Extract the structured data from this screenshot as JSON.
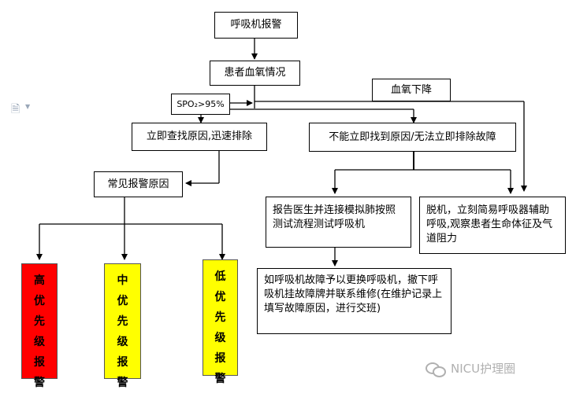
{
  "nodes": {
    "ventilator_alarm": "呼吸机报警",
    "patient_oxygen": "患者血氧情况",
    "spo2_condition": "SPO₂>95%",
    "oxygen_drop": "血氧下降",
    "find_cause": "立即查找原因,迅速排除",
    "cannot_find": "不能立即找到原因/无法立即排除故障",
    "common_causes": "常见报警原因",
    "report_doctor": "报告医生并连接模拟肺按照测试流程测试呼吸机",
    "disconnect": "脱机，立刻简易呼吸器辅助呼吸,观察患者生命体征及气道阻力",
    "replace_machine": "如呼吸机故障予以更换呼吸机，撤下呼吸机挂故障牌并联系维修(在维护记录上填写故障原因，进行交班)"
  },
  "priorities": [
    {
      "label": "高优先级报警",
      "color": "#ff0000"
    },
    {
      "label": "中优先级报警",
      "color": "#ffff00"
    },
    {
      "label": "低优先级报警",
      "color": "#ffff00"
    }
  ],
  "watermark": "NICU护理圈",
  "icons": {
    "document": "document-icon",
    "watermark_logo": "wechat-logo-icon"
  }
}
